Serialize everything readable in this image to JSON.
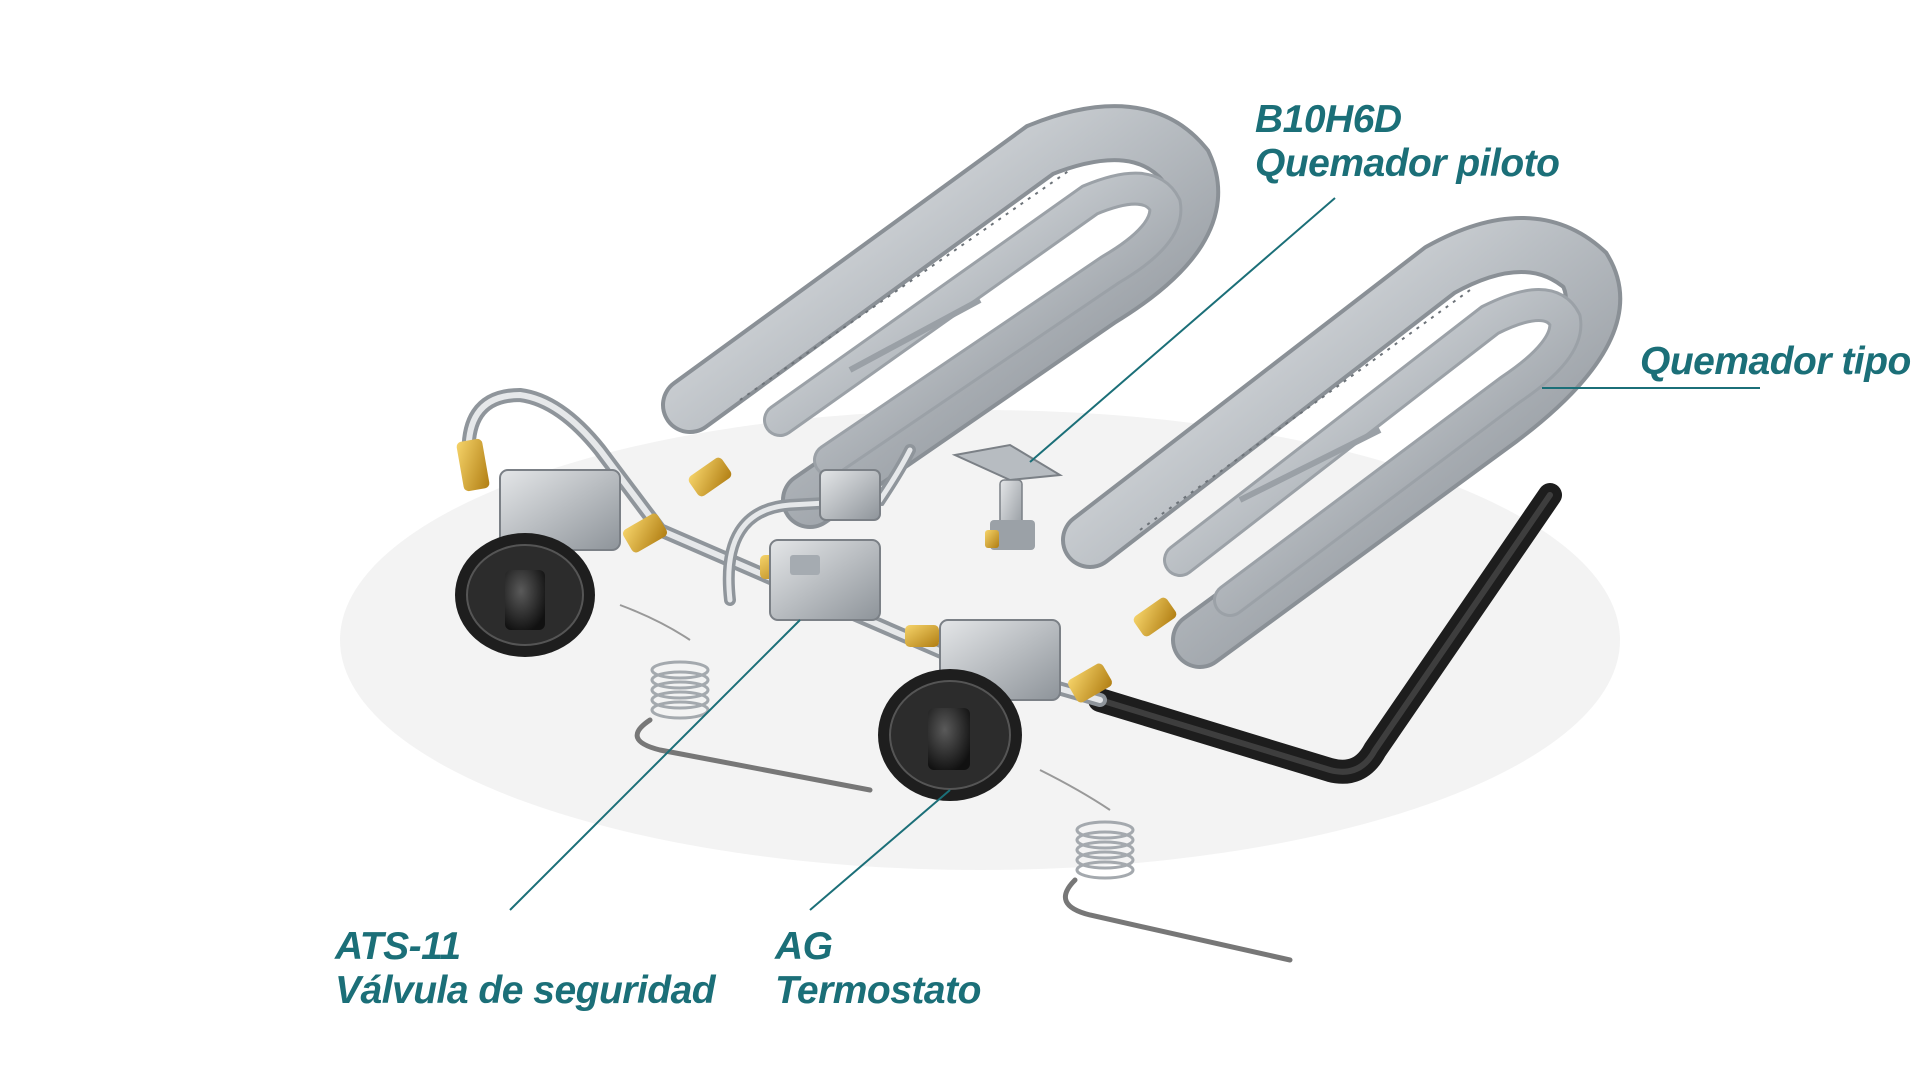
{
  "colors": {
    "accent": "#1b6f78",
    "tube": "#c4c8cc",
    "brass": "#d9a520",
    "dark": "#2b2b2b"
  },
  "callouts": {
    "pilot": {
      "code": "B10H6D",
      "name": "Quemador piloto"
    },
    "burner": {
      "name": "Quemador tipo E"
    },
    "safety_valve": {
      "code": "ATS-11",
      "name": "Válvula de seguridad"
    },
    "thermostat": {
      "code": "AG",
      "name": "Termostato"
    }
  }
}
